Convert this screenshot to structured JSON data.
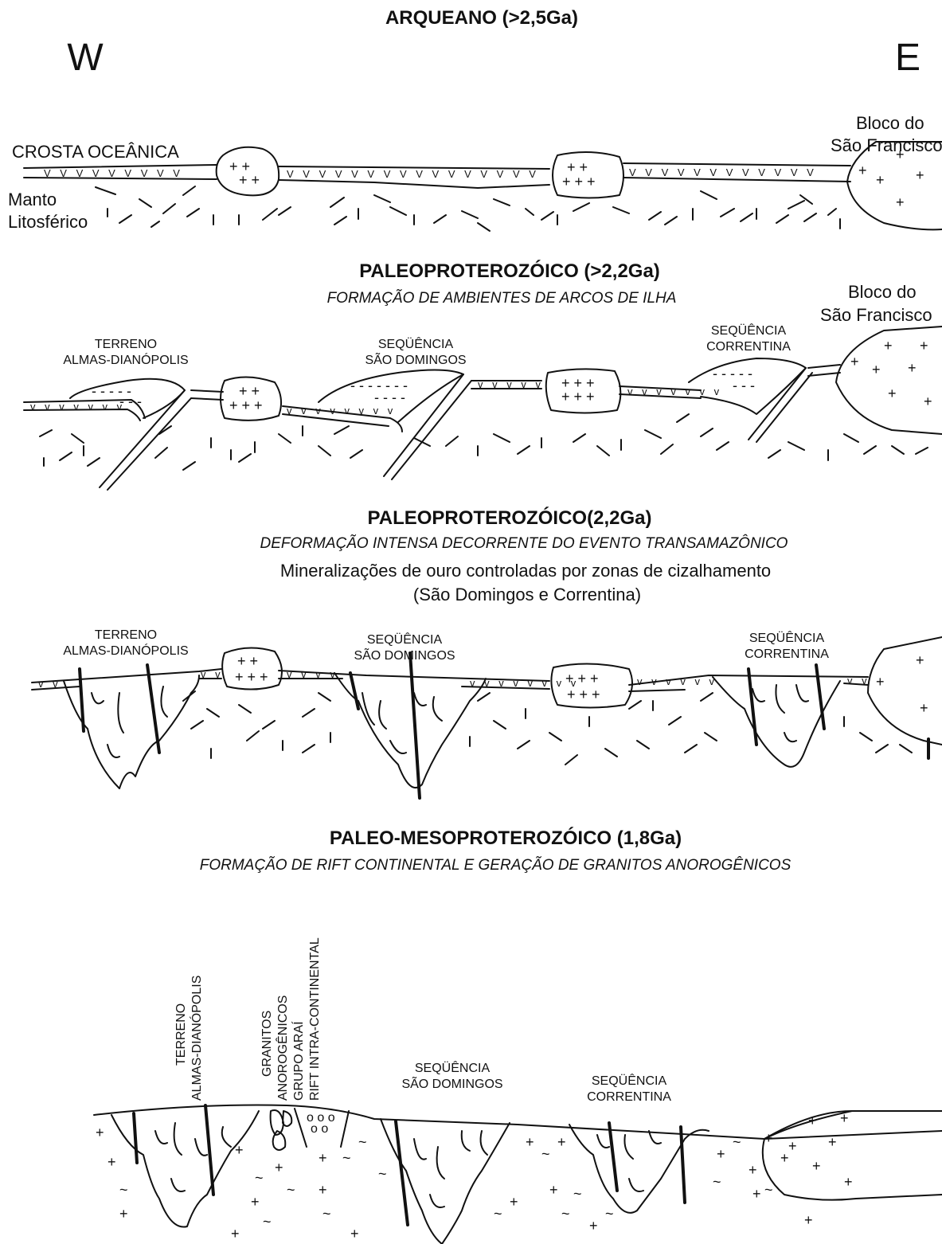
{
  "direction": {
    "west": "W",
    "east": "E"
  },
  "panel1": {
    "title": "ARQUEANO (>2,5Ga)",
    "block_line1": "Bloco do",
    "block_line2": "São Francisco",
    "crust_label": "CROSTA OCEÂNICA",
    "mantle_line1": "Manto",
    "mantle_line2": "Litosférico"
  },
  "panel2": {
    "title": "PALEOPROTEROZÓICO (>2,2Ga)",
    "subtitle": "FORMAÇÃO DE AMBIENTES DE ARCOS DE ILHA",
    "block_line1": "Bloco do",
    "block_line2": "São Francisco",
    "terrane_line1": "TERRENO",
    "terrane_line2": "ALMAS-DIANÓPOLIS",
    "sd_line1": "SEQÜÊNCIA",
    "sd_line2": "SÃO DOMINGOS",
    "co_line1": "SEQÜÊNCIA",
    "co_line2": "CORRENTINA"
  },
  "panel3": {
    "title": "PALEOPROTEROZÓICO(2,2Ga)",
    "subtitle": "DEFORMAÇÃO INTENSA DECORRENTE DO EVENTO TRANSAMAZÔNICO",
    "note_line1": "Mineralizações de ouro controladas por zonas de cizalhamento",
    "note_line2": "(São Domingos e Correntina)",
    "terrane_line1": "TERRENO",
    "terrane_line2": "ALMAS-DIANÓPOLIS",
    "sd_line1": "SEQÜÊNCIA",
    "sd_line2": "SÃO DOMINGOS",
    "co_line1": "SEQÜÊNCIA",
    "co_line2": "CORRENTINA"
  },
  "panel4": {
    "title": "PALEO-MESOPROTEROZÓICO (1,8Ga)",
    "subtitle": "FORMAÇÃO DE RIFT CONTINENTAL E GERAÇÃO DE GRANITOS ANOROGÊNICOS",
    "terrane_line1": "TERRENO",
    "terrane_line2": "ALMAS-DIANÓPOLIS",
    "granite_line1": "GRANITOS",
    "granite_line2": "ANOROGÊNICOS",
    "arai_line1": "GRUPO ARAÍ",
    "arai_line2": "RIFT INTRA-CONTINENTAL",
    "sd_line1": "SEQÜÊNCIA",
    "sd_line2": "SÃO DOMINGOS",
    "co_line1": "SEQÜÊNCIA",
    "co_line2": "CORRENTINA"
  }
}
